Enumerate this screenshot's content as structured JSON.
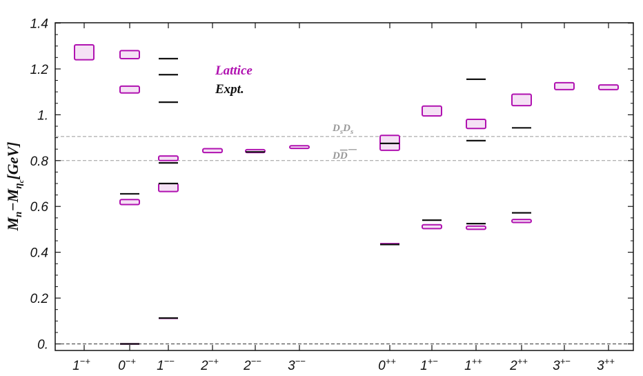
{
  "chart_data": {
    "type": "scatter",
    "ylabel": "M_n−M_ηc[GeV]",
    "ylim": [
      0.0,
      1.4
    ],
    "yticks": [
      0.0,
      0.2,
      0.4,
      0.6,
      0.8,
      1.0,
      1.2,
      1.4
    ],
    "ytick_labels": [
      "0.",
      "0.2",
      "0.4",
      "0.6",
      "0.8",
      "1.",
      "1.2",
      "1.4"
    ],
    "categories": [
      {
        "label": "1",
        "sup": "−+"
      },
      {
        "label": "0",
        "sup": "−+"
      },
      {
        "label": "1",
        "sup": "−−"
      },
      {
        "label": "2",
        "sup": "−+"
      },
      {
        "label": "2",
        "sup": "−−"
      },
      {
        "label": "3",
        "sup": "−−"
      },
      {
        "label": "0",
        "sup": "++"
      },
      {
        "label": "1",
        "sup": "+−"
      },
      {
        "label": "1",
        "sup": "++"
      },
      {
        "label": "2",
        "sup": "++"
      },
      {
        "label": "3",
        "sup": "+−"
      },
      {
        "label": "3",
        "sup": "++"
      }
    ],
    "legend": {
      "lattice": "Lattice",
      "expt": "Expt."
    },
    "colors": {
      "lattice": "#b012b0",
      "lattice_fill": "#f5e1f5",
      "expt": "#111111",
      "threshold": "#999999"
    },
    "thresholds": [
      {
        "label_main": "D",
        "label_sub": "s",
        "label_main2": "D",
        "label_sub2": "s",
        "value": 0.905
      },
      {
        "label_main": "D",
        "label_main2": "D",
        "overline_second": true,
        "value": 0.8
      }
    ],
    "lattice": [
      {
        "cat": 0,
        "low": 1.24,
        "high": 1.305
      },
      {
        "cat": 1,
        "low": 1.245,
        "high": 1.28
      },
      {
        "cat": 1,
        "low": 1.095,
        "high": 1.125
      },
      {
        "cat": 1,
        "low": 0.608,
        "high": 0.63
      },
      {
        "cat": 1,
        "low": 0.0,
        "high": 0.0
      },
      {
        "cat": 2,
        "low": 0.8,
        "high": 0.82
      },
      {
        "cat": 2,
        "low": 0.665,
        "high": 0.7
      },
      {
        "cat": 2,
        "low": 0.107,
        "high": 0.112
      },
      {
        "cat": 3,
        "low": 0.835,
        "high": 0.852
      },
      {
        "cat": 4,
        "low": 0.835,
        "high": 0.848
      },
      {
        "cat": 5,
        "low": 0.853,
        "high": 0.865
      },
      {
        "cat": 6,
        "low": 0.845,
        "high": 0.91
      },
      {
        "cat": 6,
        "low": 0.43,
        "high": 0.437
      },
      {
        "cat": 7,
        "low": 0.995,
        "high": 1.038
      },
      {
        "cat": 7,
        "low": 0.503,
        "high": 0.52
      },
      {
        "cat": 8,
        "low": 0.94,
        "high": 0.98
      },
      {
        "cat": 8,
        "low": 0.5,
        "high": 0.514
      },
      {
        "cat": 9,
        "low": 1.04,
        "high": 1.09
      },
      {
        "cat": 9,
        "low": 0.53,
        "high": 0.543
      },
      {
        "cat": 10,
        "low": 1.11,
        "high": 1.14
      },
      {
        "cat": 11,
        "low": 1.11,
        "high": 1.13
      }
    ],
    "expt": [
      {
        "cat": 1,
        "value": 0.655
      },
      {
        "cat": 1,
        "value": 0.0
      },
      {
        "cat": 2,
        "value": 1.245
      },
      {
        "cat": 2,
        "value": 1.175
      },
      {
        "cat": 2,
        "value": 1.055
      },
      {
        "cat": 2,
        "value": 0.79
      },
      {
        "cat": 2,
        "value": 0.7
      },
      {
        "cat": 2,
        "value": 0.113
      },
      {
        "cat": 4,
        "value": 0.838
      },
      {
        "cat": 6,
        "value": 0.875
      },
      {
        "cat": 6,
        "value": 0.434
      },
      {
        "cat": 7,
        "value": 0.54
      },
      {
        "cat": 8,
        "value": 1.155
      },
      {
        "cat": 8,
        "value": 0.887
      },
      {
        "cat": 8,
        "value": 0.525
      },
      {
        "cat": 9,
        "value": 0.943
      },
      {
        "cat": 9,
        "value": 0.572
      }
    ]
  }
}
